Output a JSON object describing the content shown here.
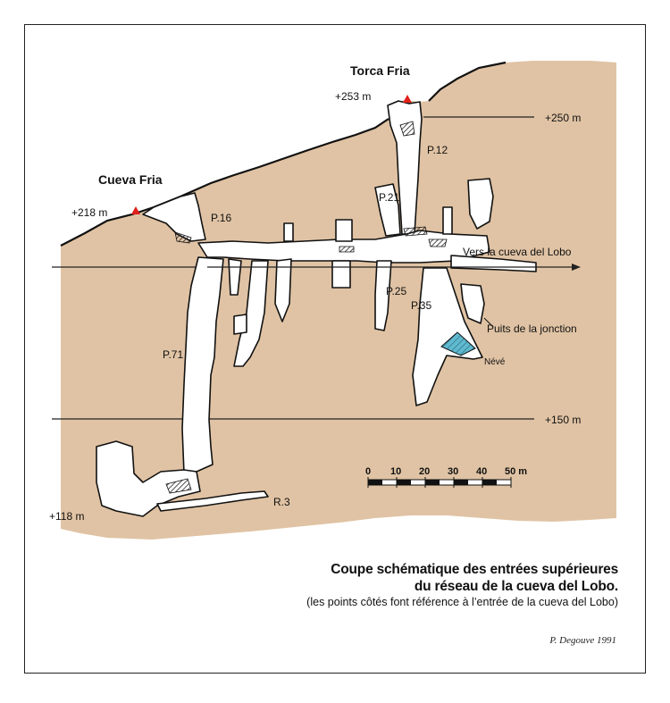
{
  "colors": {
    "rock": "#e0c3a4",
    "cave": "#ffffff",
    "ice": "#5fb9cf",
    "entrance_marker": "#e0201c",
    "line": "#111111"
  },
  "entrances": [
    {
      "name": "Torca Fria",
      "altitude": "+253 m"
    },
    {
      "name": "Cueva Fria",
      "altitude": "+218 m"
    }
  ],
  "reference_levels": [
    {
      "label": "+250 m"
    },
    {
      "label": "+150 m"
    }
  ],
  "low_point": "+118 m",
  "shafts": [
    "P.12",
    "P.21",
    "P.16",
    "P.25",
    "P.35",
    "P.71",
    "R.3"
  ],
  "annotations": {
    "gallery": "Vers la cueva del Lobo",
    "junction": "Puits de la jonction",
    "ice": "Névé"
  },
  "scale": {
    "ticks": [
      "0",
      "10",
      "20",
      "30",
      "40",
      "50 m"
    ]
  },
  "caption": {
    "line1": "Coupe schématique des entrées supérieures",
    "line2": "du réseau de la cueva del Lobo.",
    "line3": "(les points côtés font référence à l’entrée de la cueva del Lobo)"
  },
  "author": "P. Degouve 1991"
}
